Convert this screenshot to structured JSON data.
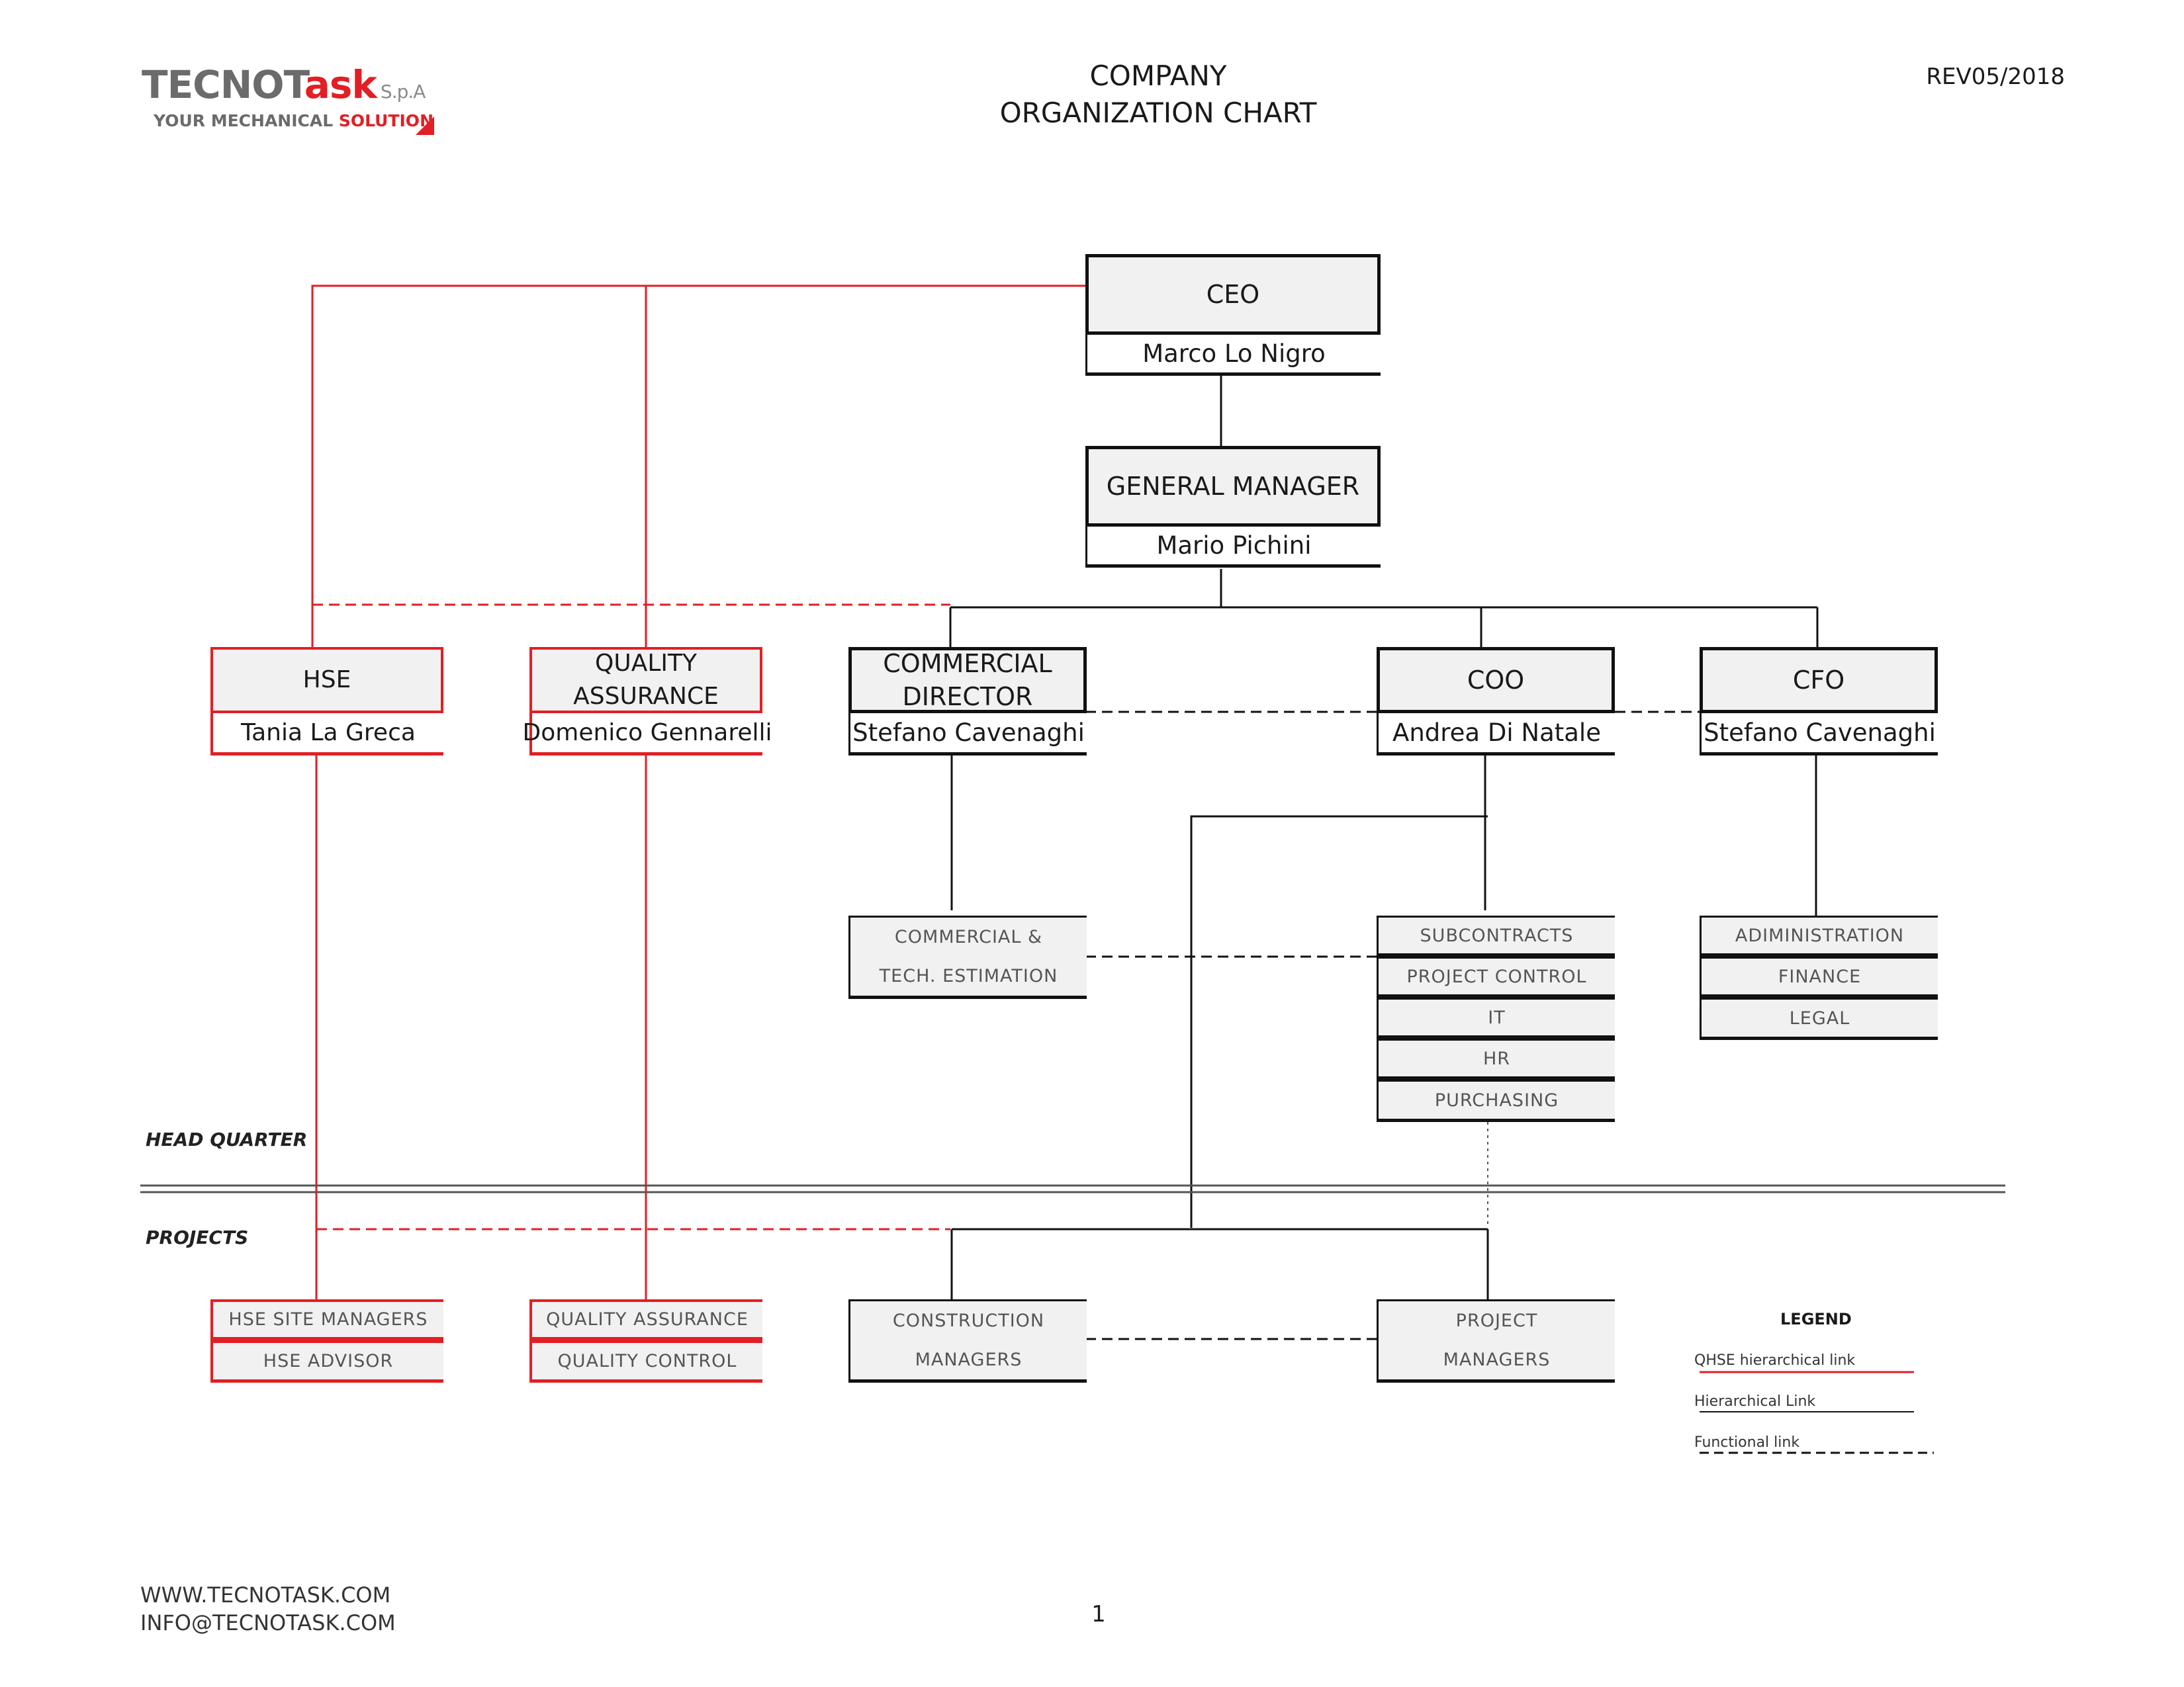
{
  "header": {
    "logo_main": "TECNOT",
    "logo_accent": "ask",
    "logo_suffix": "S.p.A",
    "logo_tag_1": "YOUR MECHANICAL ",
    "logo_tag_2": "SOLUTION",
    "title_line1": "COMPANY",
    "title_line2": "ORGANIZATION CHART",
    "revision": "REV05/2018"
  },
  "chart": {
    "ceo": {
      "role": "CEO",
      "name": "Marco Lo Nigro"
    },
    "gm": {
      "role": "GENERAL MANAGER",
      "name": "Mario Pichini"
    },
    "hse": {
      "role": "HSE",
      "name": "Tania La Greca"
    },
    "qa": {
      "role_line1": "QUALITY",
      "role_line2": "ASSURANCE",
      "name": "Domenico Gennarelli"
    },
    "commercial": {
      "role_line1": "COMMERCIAL",
      "role_line2": "DIRECTOR",
      "name": "Stefano Cavenaghi"
    },
    "coo": {
      "role": "COO",
      "name": "Andrea Di Natale"
    },
    "cfo": {
      "role": "CFO",
      "name": "Stefano Cavenaghi"
    },
    "commercial_unit": {
      "line1": "COMMERCIAL &",
      "line2": "TECH. ESTIMATION"
    },
    "coo_units": [
      "SUBCONTRACTS",
      "PROJECT CONTROL",
      "IT",
      "HR",
      "PURCHASING"
    ],
    "cfo_units": [
      "ADIMINISTRATION",
      "FINANCE",
      "LEGAL"
    ],
    "section_hq": "HEAD QUARTER",
    "section_projects": "PROJECTS",
    "hse_projects": [
      "HSE SITE MANAGERS",
      "HSE ADVISOR"
    ],
    "qa_projects": [
      "QUALITY ASSURANCE",
      "QUALITY CONTROL"
    ],
    "construction": {
      "line1": "CONSTRUCTION",
      "line2": "MANAGERS"
    },
    "project_managers": {
      "line1": "PROJECT",
      "line2": "MANAGERS"
    }
  },
  "legend": {
    "title": "LEGEND",
    "qhse": "QHSE hierarchical link",
    "hierarchical": "Hierarchical Link",
    "functional": "Functional link"
  },
  "colors": {
    "qhse_link": "#e31e24",
    "hierarchical_link": "#111111",
    "box_fill": "#f1f1f1"
  },
  "footer": {
    "web": "WWW.TECNOTASK.COM",
    "email": "INFO@TECNOTASK.COM",
    "page": "1"
  }
}
